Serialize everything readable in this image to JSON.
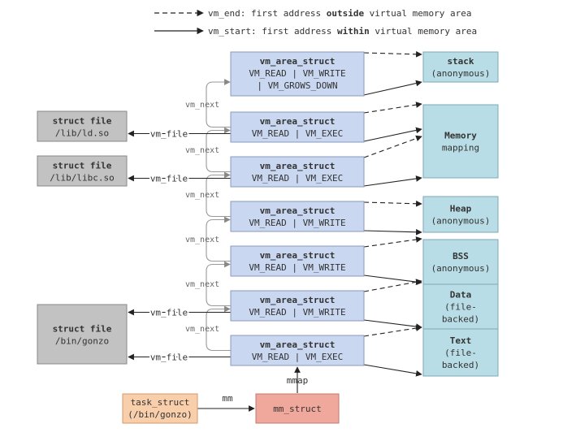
{
  "legend": {
    "dashed": {
      "prefix": "vm_end: first address ",
      "emph": "outside",
      "suffix": " virtual memory area"
    },
    "solid": {
      "prefix": "vm_start: first address ",
      "emph": "within",
      "suffix": " virtual memory area"
    }
  },
  "vmas": [
    {
      "title": "vm_area_struct",
      "lines": [
        "VM_READ | VM_WRITE",
        "| VM_GROWS_DOWN"
      ]
    },
    {
      "title": "vm_area_struct",
      "lines": [
        "VM_READ | VM_EXEC"
      ]
    },
    {
      "title": "vm_area_struct",
      "lines": [
        "VM_READ | VM_EXEC"
      ]
    },
    {
      "title": "vm_area_struct",
      "lines": [
        "VM_READ | VM_WRITE"
      ]
    },
    {
      "title": "vm_area_struct",
      "lines": [
        "VM_READ | VM_WRITE"
      ]
    },
    {
      "title": "vm_area_struct",
      "lines": [
        "VM_READ | VM_WRITE"
      ]
    },
    {
      "title": "vm_area_struct",
      "lines": [
        "VM_READ | VM_EXEC"
      ]
    }
  ],
  "vm_next_label": "vm_next",
  "vm_file_label": "vm_file",
  "regions": [
    {
      "title": "stack",
      "lines": [
        "(anonymous)"
      ]
    },
    {
      "title": "Memory",
      "lines": [
        "mapping"
      ]
    },
    {
      "title": "Heap",
      "lines": [
        "(anonymous)"
      ]
    },
    {
      "title": "BSS",
      "lines": [
        "(anonymous)"
      ]
    },
    {
      "title": "Data",
      "lines": [
        "(file-",
        "backed)"
      ]
    },
    {
      "title": "Text",
      "lines": [
        "(file-",
        "backed)"
      ]
    }
  ],
  "files": [
    {
      "title": "struct file",
      "path": "/lib/ld.so"
    },
    {
      "title": "struct file",
      "path": "/lib/libc.so"
    },
    {
      "title": "struct file",
      "path": "/bin/gonzo"
    }
  ],
  "task_struct": {
    "title": "task_struct",
    "subtitle": "(/bin/gonzo)"
  },
  "mm_label": "mm",
  "mm_struct": {
    "title": "mm_struct"
  },
  "mmap_label": "mmap",
  "colors": {
    "vma_fill": "#c9d7f1",
    "vma_stroke": "#8899bb",
    "region_fill": "#b9dde6",
    "region_stroke": "#7fa9b4",
    "file_fill": "#c2c2c2",
    "file_stroke": "#888888",
    "task_fill": "#f9cfab",
    "task_stroke": "#d39a6c",
    "mm_fill": "#f0a79c",
    "mm_stroke": "#c27a70"
  }
}
